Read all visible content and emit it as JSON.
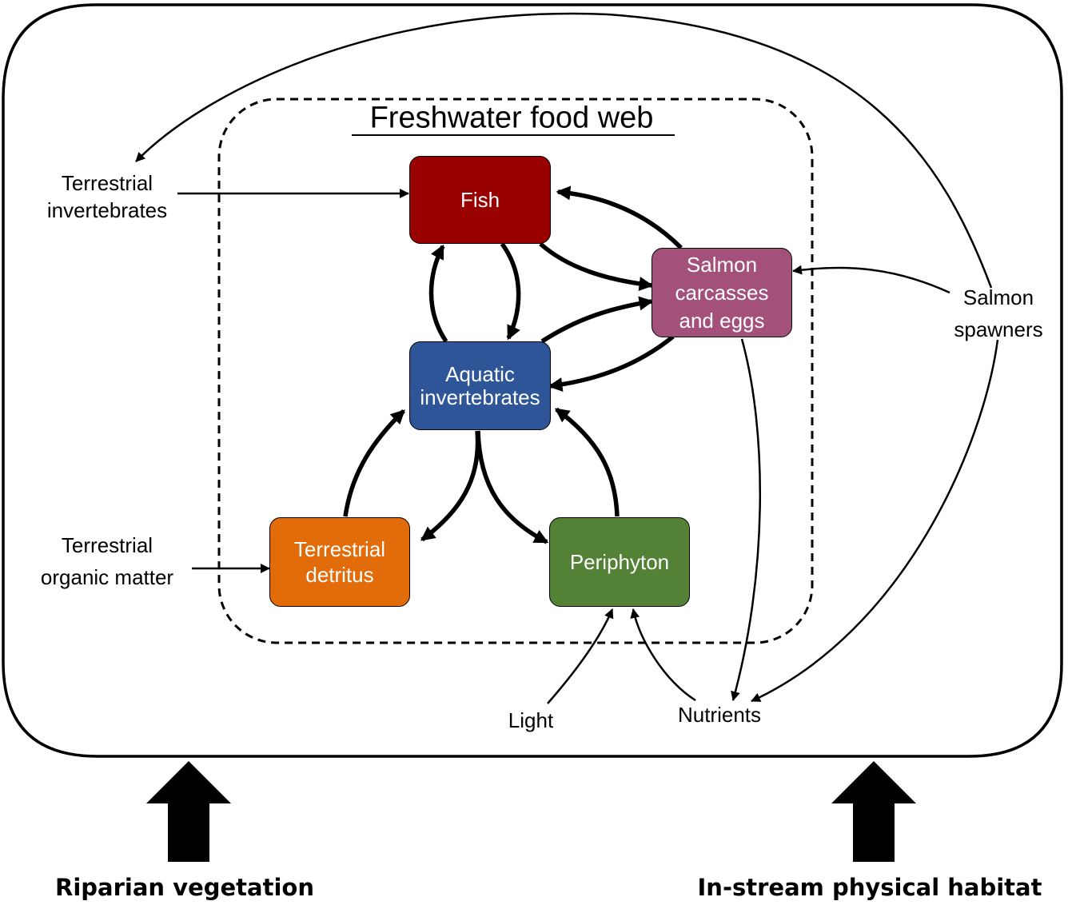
{
  "diagram": {
    "title": "Freshwater food web",
    "nodes": {
      "fish": {
        "label": "Fish",
        "color": "#990000"
      },
      "salmon_carcasses": {
        "label_lines": [
          "Salmon",
          "carcasses",
          "and eggs"
        ],
        "color": "#a3507a"
      },
      "aquatic_invertebrates": {
        "label_lines": [
          "Aquatic",
          "invertebrates"
        ],
        "color": "#2e5597"
      },
      "terrestrial_detritus": {
        "label_lines": [
          "Terrestrial",
          "detritus"
        ],
        "color": "#e26b0a"
      },
      "periphyton": {
        "label": "Periphyton",
        "color": "#538135"
      }
    },
    "external_inputs": {
      "terrestrial_invertebrates": [
        "Terrestrial",
        "invertebrates"
      ],
      "terrestrial_organic_matter": [
        "Terrestrial",
        "organic matter"
      ],
      "salmon_spawners": [
        "Salmon",
        "spawners"
      ],
      "light": "Light",
      "nutrients": "Nutrients"
    },
    "drivers": {
      "riparian_vegetation": "Riparian vegetation",
      "instream_habitat": "In-stream physical habitat"
    }
  }
}
